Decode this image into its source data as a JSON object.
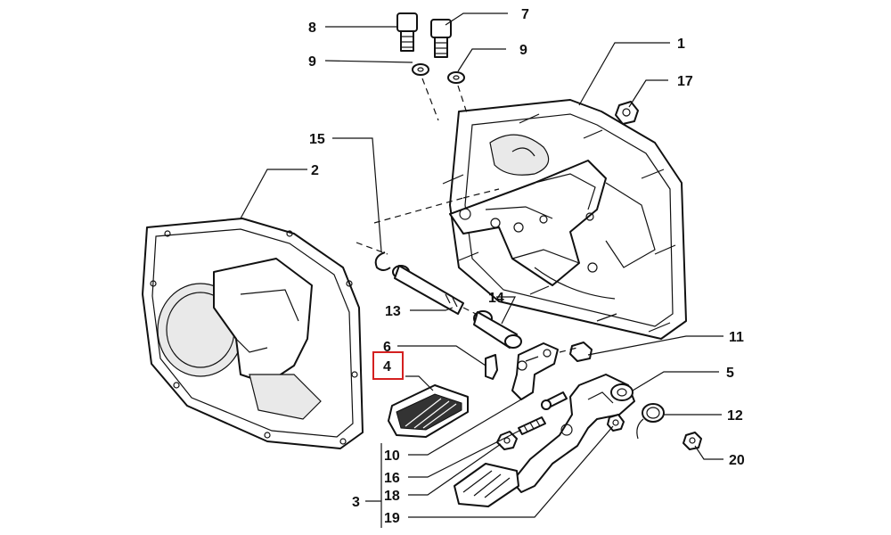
{
  "callouts": {
    "c1": "1",
    "c2": "2",
    "c3": "3",
    "c4": "4",
    "c5": "5",
    "c6": "6",
    "c7": "7",
    "c8": "8",
    "c9a": "9",
    "c9b": "9",
    "c10": "10",
    "c11": "11",
    "c12": "12",
    "c13": "13",
    "c14": "14",
    "c15": "15",
    "c16": "16",
    "c17": "17",
    "c18": "18",
    "c19": "19",
    "c20": "20"
  },
  "highlight": {
    "color": "#d42020"
  },
  "ink": "#111111"
}
